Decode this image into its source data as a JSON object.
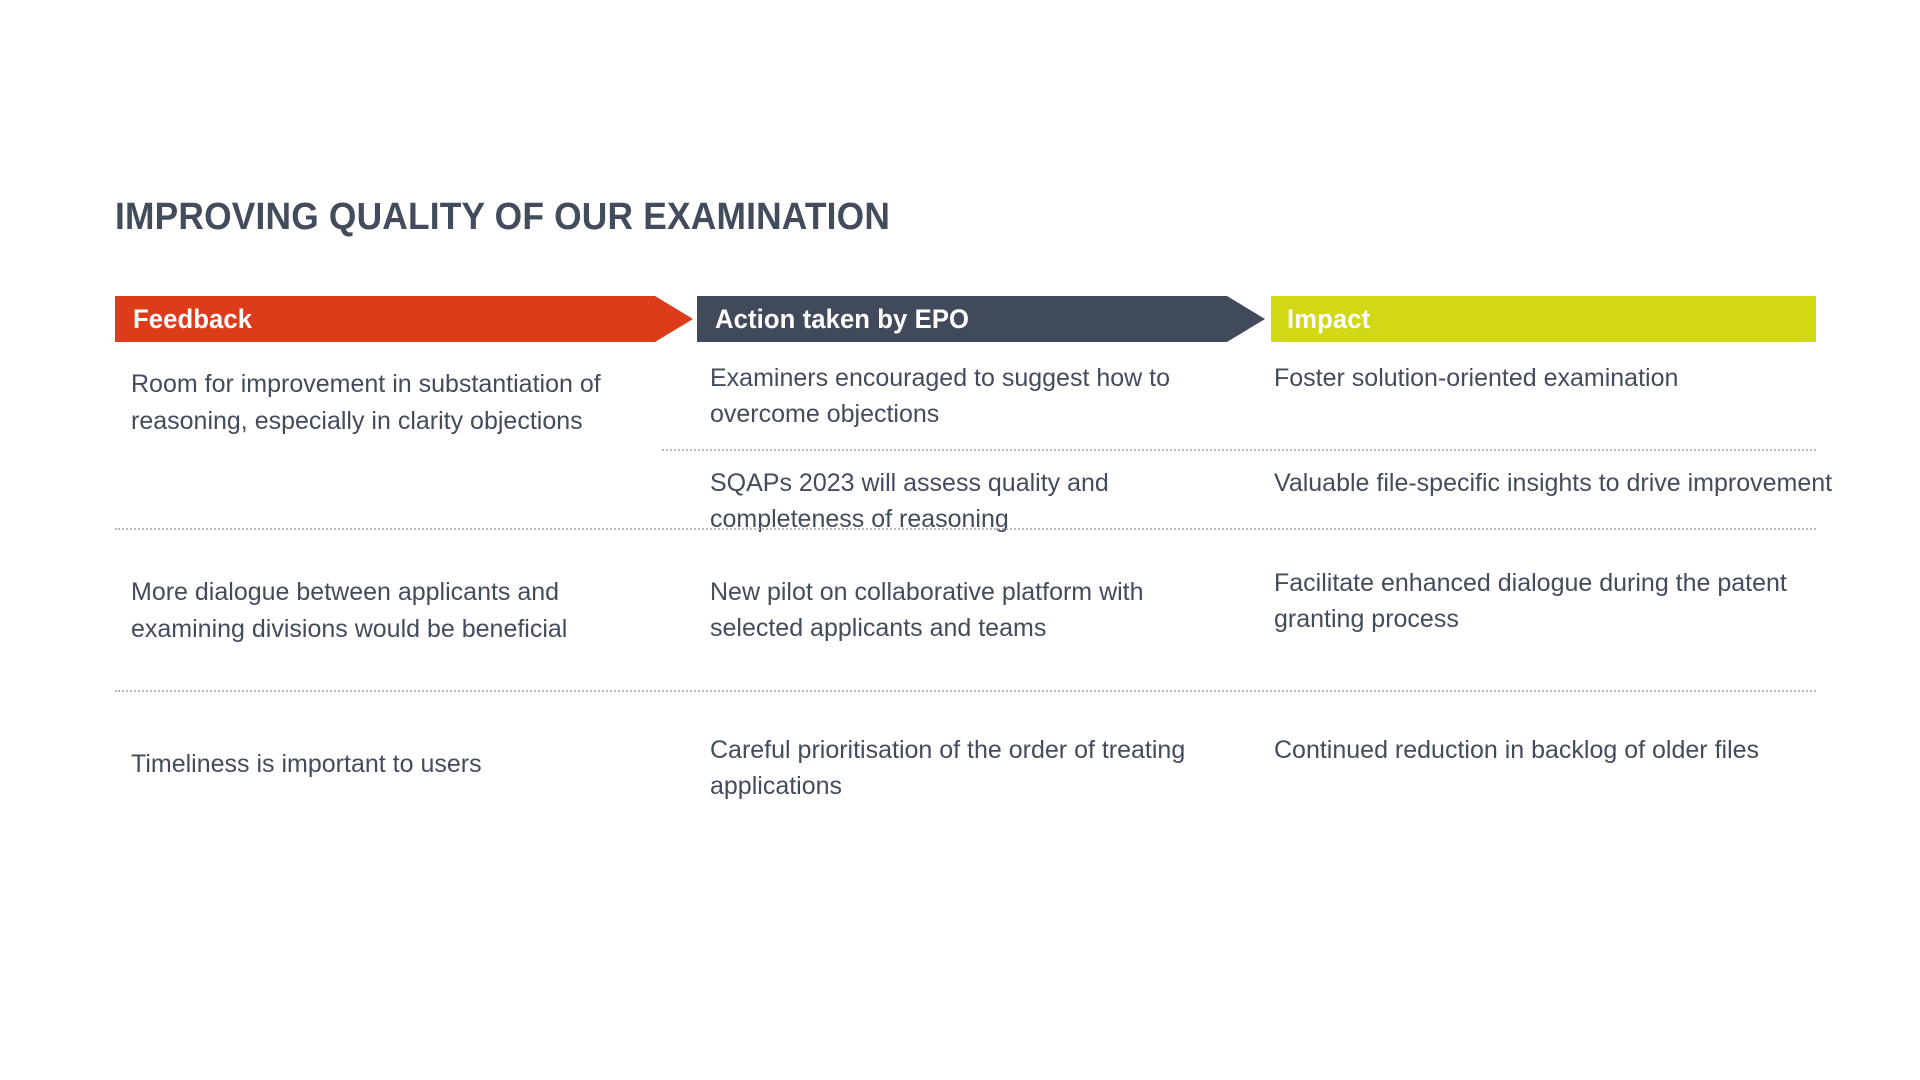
{
  "slide": {
    "title": "IMPROVING QUALITY OF OUR EXAMINATION",
    "colors": {
      "feedback": "#dd3c1b",
      "action": "#404a5a",
      "impact": "#d2d716",
      "text": "#434c5c",
      "separator": "#b6b9bf",
      "background": "#ffffff"
    }
  },
  "headers": {
    "feedback": "Feedback",
    "action": "Action taken by EPO",
    "impact": "Impact"
  },
  "rows": [
    {
      "feedback": "Room for improvement in substantiation of reasoning, especially in clarity objections",
      "items": [
        {
          "action": "Examiners encouraged to suggest how to overcome objections",
          "impact": "Foster solution-oriented examination"
        },
        {
          "action": "SQAPs 2023 will assess quality and completeness of reasoning",
          "impact": "Valuable file-specific insights to drive improvement"
        }
      ]
    },
    {
      "feedback": "More dialogue between applicants and examining divisions would be beneficial",
      "items": [
        {
          "action": "New pilot on collaborative platform with selected applicants and teams",
          "impact": "Facilitate enhanced dialogue during the patent granting process"
        }
      ]
    },
    {
      "feedback": "Timeliness is important to users",
      "items": [
        {
          "action": "Careful prioritisation of the order of treating applications",
          "impact": "Continued reduction in backlog of older files"
        }
      ]
    }
  ]
}
